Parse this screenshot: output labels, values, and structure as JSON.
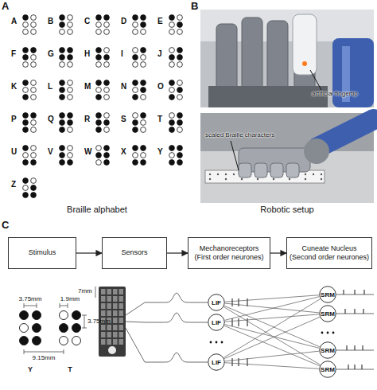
{
  "diagram": {
    "nodes": [
      {
        "text": [
          "Stimulus"
        ]
      },
      {
        "text": [
          "Sensors"
        ]
      },
      {
        "text": [
          "Mechanoreceptors",
          "(First order neurones)"
        ]
      },
      {
        "text": [
          "Cuneate Nucleus",
          "(Second order neurones)"
        ]
      },
      {
        "text": [
          "LIF"
        ]
      },
      {
        "text": [
          "LIF"
        ]
      },
      {
        "text": [
          "LIF"
        ]
      },
      {
        "text": [
          "SRM"
        ]
      },
      {
        "text": [
          "SRM"
        ]
      },
      {
        "text": [
          "SRM"
        ]
      },
      {
        "text": [
          "SRM"
        ]
      }
    ],
    "edges": [
      {
        "from": 0,
        "to": 1,
        "arrow": "to"
      },
      {
        "from": 1,
        "to": 2,
        "arrow": "to"
      },
      {
        "from": 2,
        "to": 3,
        "arrow": "to"
      },
      {
        "from": 4,
        "to": 7,
        "arrow": "none"
      },
      {
        "from": 4,
        "to": 8,
        "arrow": "none"
      },
      {
        "from": 4,
        "to": 9,
        "arrow": "none"
      },
      {
        "from": 4,
        "to": 10,
        "arrow": "none"
      },
      {
        "from": 5,
        "to": 7,
        "arrow": "none"
      },
      {
        "from": 5,
        "to": 8,
        "arrow": "none"
      },
      {
        "from": 5,
        "to": 9,
        "arrow": "none"
      },
      {
        "from": 5,
        "to": 10,
        "arrow": "none"
      },
      {
        "from": 6,
        "to": 7,
        "arrow": "none"
      },
      {
        "from": 6,
        "to": 8,
        "arrow": "none"
      },
      {
        "from": 6,
        "to": 9,
        "arrow": "none"
      },
      {
        "from": 6,
        "to": 10,
        "arrow": "none"
      }
    ],
    "labels": [
      "A",
      "A",
      "B",
      "C",
      "D",
      "E",
      "F",
      "G",
      "H",
      "I",
      "J",
      "K",
      "L",
      "M",
      "N",
      "O",
      "P",
      "Q",
      "R",
      "S",
      "T",
      "U",
      "V",
      "W",
      "X",
      "Y",
      "Z",
      "Braille alphabet",
      "B",
      "artificial fingertip",
      "scaled Braille characters",
      "Robotic setup",
      "C",
      "3.75mm",
      "1.9mm",
      "3.75mm",
      "9.15mm",
      "Y",
      "T",
      "7mm"
    ]
  }
}
